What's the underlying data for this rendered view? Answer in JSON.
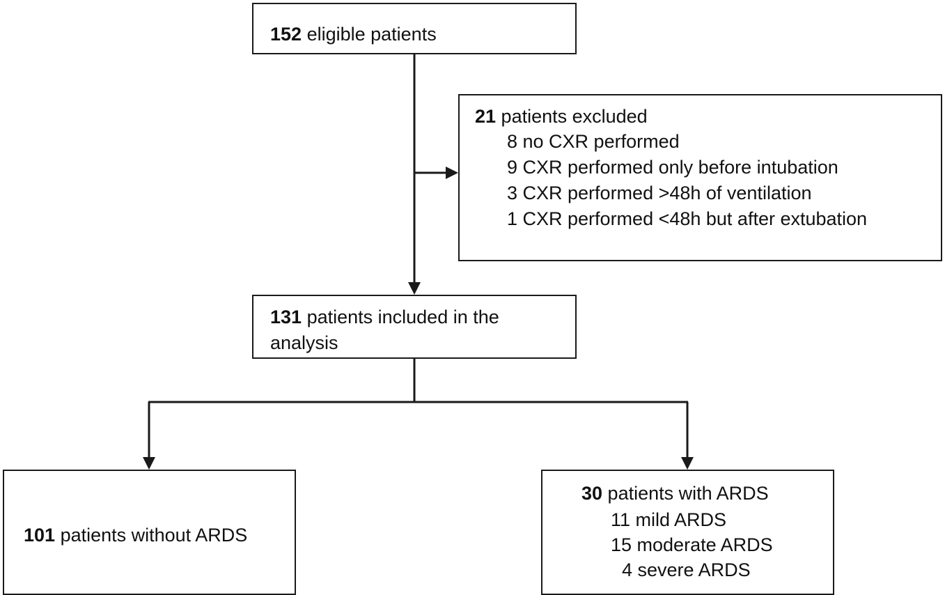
{
  "flow": {
    "eligible": {
      "count": "152",
      "text": " eligible patients"
    },
    "excluded": {
      "count": "21",
      "text": " patients excluded",
      "reasons": [
        "8 no CXR performed",
        "9 CXR performed only before intubation",
        "3 CXR performed >48h of ventilation",
        "1 CXR performed <48h but after extubation"
      ]
    },
    "included": {
      "count": "131",
      "text_line1": " patients included in the",
      "text_line2": "analysis"
    },
    "without_ards": {
      "count": "101",
      "text": " patients without ARDS"
    },
    "with_ards": {
      "count": "30",
      "text": " patients with ARDS",
      "subgroups": [
        "11 mild ARDS",
        "15 moderate ARDS",
        "4 severe ARDS"
      ]
    }
  },
  "style": {
    "line_color": "#1a1a1a",
    "box_border": "#1a1a1a",
    "background": "#ffffff"
  }
}
